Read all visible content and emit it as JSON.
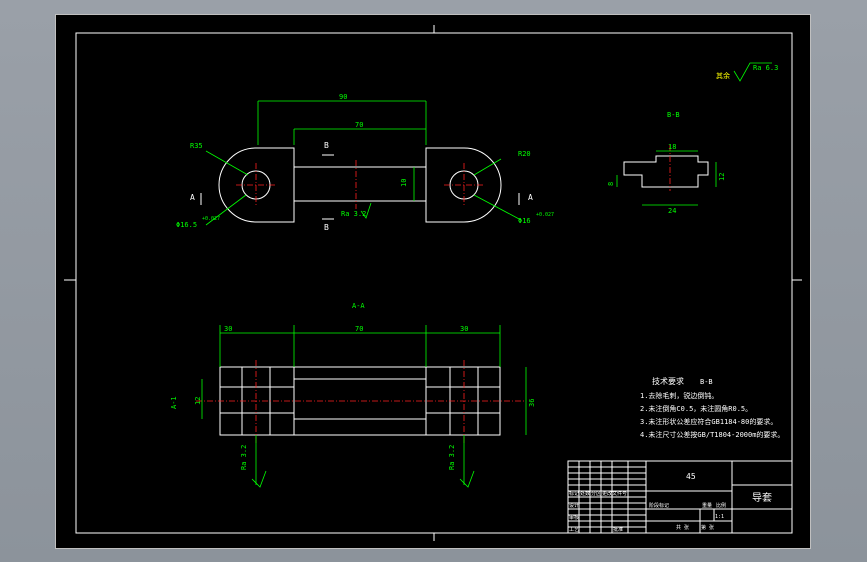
{
  "drawing": {
    "top_view": {
      "dim_overall": "90",
      "dim_bar": "70",
      "dim_height": "10",
      "label_r": "R35",
      "label_r2": "R20",
      "label_hole_left": "Φ16.5",
      "label_hole_right": "Φ16",
      "tol": "+0.027",
      "roughness": "Ra 3.2",
      "sec_a_left": "A",
      "sec_a_right": "A",
      "sec_b_top": "B",
      "sec_b_bottom": "B"
    },
    "section_bb": {
      "title": "B-B",
      "dim_top": "18",
      "dim_bottom": "24",
      "dim_left": "8",
      "dim_right": "12"
    },
    "section_aa": {
      "title": "A-A",
      "dim_left": "30",
      "dim_mid": "70",
      "dim_right": "30",
      "dim_height": "36",
      "dim_inner": "12",
      "left_label": "A-1",
      "roughness_left": "Ra 3.2",
      "roughness_right": "Ra 3.2"
    },
    "surface_finish": {
      "prefix": "其余",
      "value": "Ra 6.3"
    },
    "notes": {
      "title": "技术要求",
      "title_suffix": "B-B",
      "items": [
        "1.去除毛刺，锐边倒钝。",
        "2.未注倒角C0.5，未注圆角R0.5。",
        "3.未注形状公差应符合GB1184-80的要求。",
        "4.未注尺寸公差按GB/T1804-2000m的要求。"
      ]
    },
    "title_block": {
      "material": "45",
      "part_name": "导套",
      "scale": "1:1",
      "cells": [
        "标记",
        "处数",
        "分区",
        "更改文件号",
        "设计",
        "审核",
        "工艺",
        "批准",
        "阶段标记",
        "重量",
        "比例",
        "共 张",
        "第 张"
      ]
    }
  }
}
